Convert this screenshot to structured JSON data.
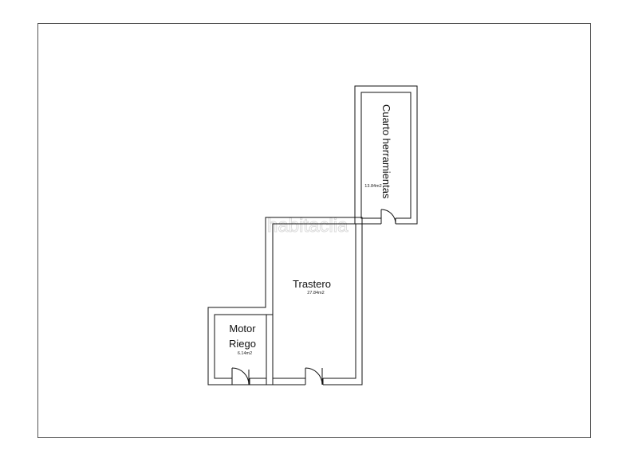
{
  "watermark": "habitaclia",
  "rooms": {
    "tools": {
      "name": "Cuarto herramientas",
      "area": "13.84m2"
    },
    "storage": {
      "name": "Trastero",
      "area": "27.84m2"
    },
    "motor": {
      "name_line1": "Motor",
      "name_line2": "Riego",
      "area": "6.14m2"
    }
  }
}
